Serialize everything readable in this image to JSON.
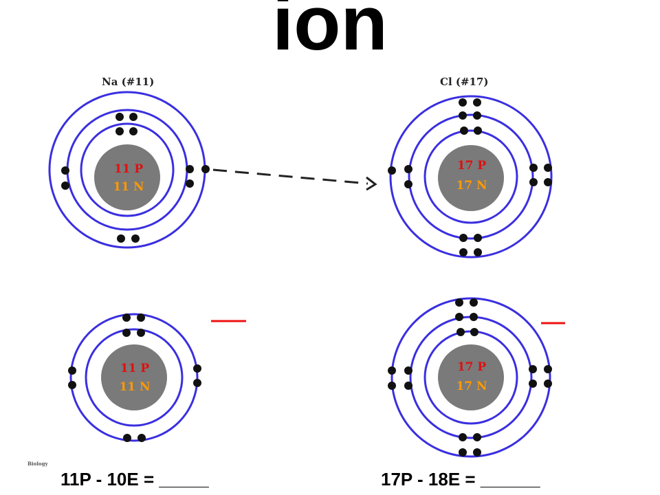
{
  "title": "ion",
  "credit": "Biology",
  "colors": {
    "orbit": "#3a2fe0",
    "nucleus": "#7a7a7a",
    "proton_text": "#dd1111",
    "neutron_text": "#ff9900",
    "charge_mark": "#ee1111"
  },
  "atoms": {
    "na_top": {
      "label": "Na (#11)",
      "protons": "11 P",
      "neutrons": "11 N",
      "electrons": 11
    },
    "cl_top": {
      "label": "Cl (#17)",
      "protons": "17 P",
      "neutrons": "17 N",
      "electrons": 17
    },
    "na_ion": {
      "protons": "11 P",
      "neutrons": "11 N",
      "electrons": 10
    },
    "cl_ion": {
      "protons": "17 P",
      "neutrons": "17 N",
      "electrons": 18
    }
  },
  "equations": {
    "na": "11P - 10E = _____",
    "cl": "17P - 18E = ______"
  }
}
